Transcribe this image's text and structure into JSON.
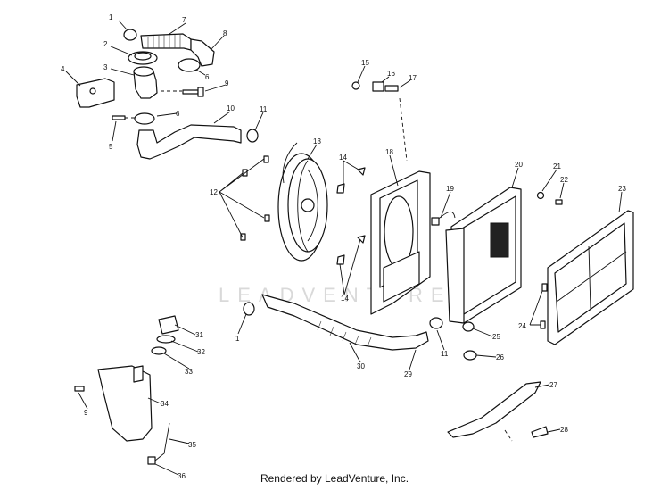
{
  "watermark": "LEADVENTURE",
  "footer": {
    "credit": "Rendered by LeadVenture, Inc."
  },
  "callouts": [
    "1",
    "7",
    "8",
    "2",
    "6",
    "3",
    "9",
    "4",
    "6",
    "5",
    "10",
    "11",
    "13",
    "15",
    "16",
    "17",
    "12",
    "14",
    "18",
    "19",
    "20",
    "21",
    "22",
    "23",
    "14",
    "1",
    "31",
    "32",
    "33",
    "9",
    "34",
    "35",
    "36",
    "30",
    "29",
    "11",
    "25",
    "26",
    "24",
    "27",
    "28"
  ]
}
